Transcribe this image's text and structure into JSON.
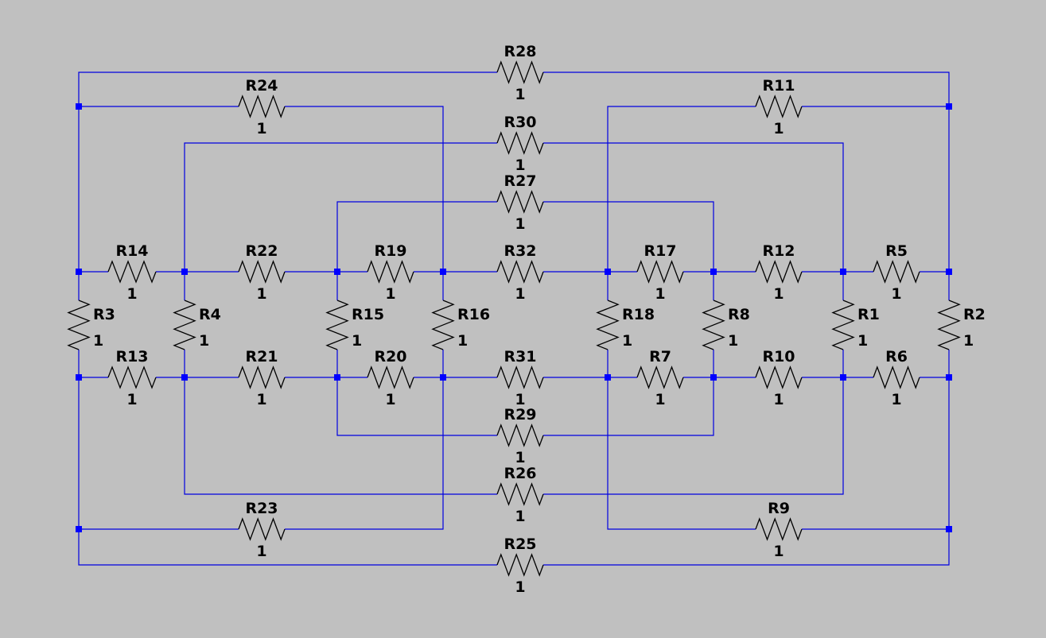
{
  "colors": {
    "background": "#c0c0c0",
    "wire": "#0000e0",
    "junction": "#0000ff",
    "resistor": "#000000",
    "text": "#000000"
  },
  "resistors": {
    "R1": {
      "name": "R1",
      "value": "1"
    },
    "R2": {
      "name": "R2",
      "value": "1"
    },
    "R3": {
      "name": "R3",
      "value": "1"
    },
    "R4": {
      "name": "R4",
      "value": "1"
    },
    "R5": {
      "name": "R5",
      "value": "1"
    },
    "R6": {
      "name": "R6",
      "value": "1"
    },
    "R7": {
      "name": "R7",
      "value": "1"
    },
    "R8": {
      "name": "R8",
      "value": "1"
    },
    "R9": {
      "name": "R9",
      "value": "1"
    },
    "R10": {
      "name": "R10",
      "value": "1"
    },
    "R11": {
      "name": "R11",
      "value": "1"
    },
    "R12": {
      "name": "R12",
      "value": "1"
    },
    "R13": {
      "name": "R13",
      "value": "1"
    },
    "R14": {
      "name": "R14",
      "value": "1"
    },
    "R15": {
      "name": "R15",
      "value": "1"
    },
    "R16": {
      "name": "R16",
      "value": "1"
    },
    "R17": {
      "name": "R17",
      "value": "1"
    },
    "R18": {
      "name": "R18",
      "value": "1"
    },
    "R19": {
      "name": "R19",
      "value": "1"
    },
    "R20": {
      "name": "R20",
      "value": "1"
    },
    "R21": {
      "name": "R21",
      "value": "1"
    },
    "R22": {
      "name": "R22",
      "value": "1"
    },
    "R23": {
      "name": "R23",
      "value": "1"
    },
    "R24": {
      "name": "R24",
      "value": "1"
    },
    "R25": {
      "name": "R25",
      "value": "1"
    },
    "R26": {
      "name": "R26",
      "value": "1"
    },
    "R27": {
      "name": "R27",
      "value": "1"
    },
    "R28": {
      "name": "R28",
      "value": "1"
    },
    "R29": {
      "name": "R29",
      "value": "1"
    },
    "R30": {
      "name": "R30",
      "value": "1"
    },
    "R31": {
      "name": "R31",
      "value": "1"
    },
    "R32": {
      "name": "R32",
      "value": "1"
    }
  }
}
